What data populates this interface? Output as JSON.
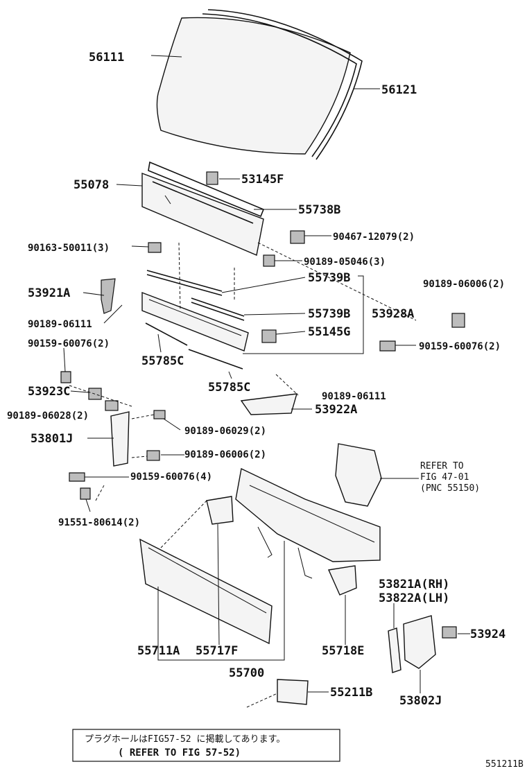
{
  "labels": {
    "l56111": "56111",
    "l56121": "56121",
    "l55078": "55078",
    "l53145F": "53145F",
    "l55738B": "55738B",
    "l90163": "90163-50011(3)",
    "l90467": "90467-12079(2)",
    "l90189_05046": "90189-05046(3)",
    "l55739B_a": "55739B",
    "l53921A": "53921A",
    "l90189_06006_r": "90189-06006(2)",
    "l55739B_b": "55739B",
    "l53928A": "53928A",
    "l90189_06111_a": "90189-06111",
    "l55145G": "55145G",
    "l90159_60076_a": "90159-60076(2)",
    "l90159_60076_r": "90159-60076(2)",
    "l55785C_a": "55785C",
    "l53923C": "53923C",
    "l55785C_b": "55785C",
    "l90189_06111_b": "90189-06111",
    "l90189_06028": "90189-06028(2)",
    "l53922A": "53922A",
    "l53801J": "53801J",
    "l90189_06029": "90189-06029(2)",
    "l90189_06006": "90189-06006(2)",
    "l90159_60076_4": "90159-60076(4)",
    "l91551": "91551-80614(2)",
    "refer1": "REFER TO",
    "refer2": "FIG 47-01",
    "refer3": "(PNC 55150)",
    "l53821A": "53821A(RH)",
    "l53822A": "53822A(LH)",
    "l53924": "53924",
    "l55711A": "55711A",
    "l55717F": "55717F",
    "l55718E": "55718E",
    "l55700": "55700",
    "l55211B": "55211B",
    "l53802J": "53802J",
    "note_jp": "プラグホールはFIG57-52 に掲載してあります。",
    "note_en": "( REFER TO FIG 57-52)",
    "figure_id": "551211B"
  }
}
